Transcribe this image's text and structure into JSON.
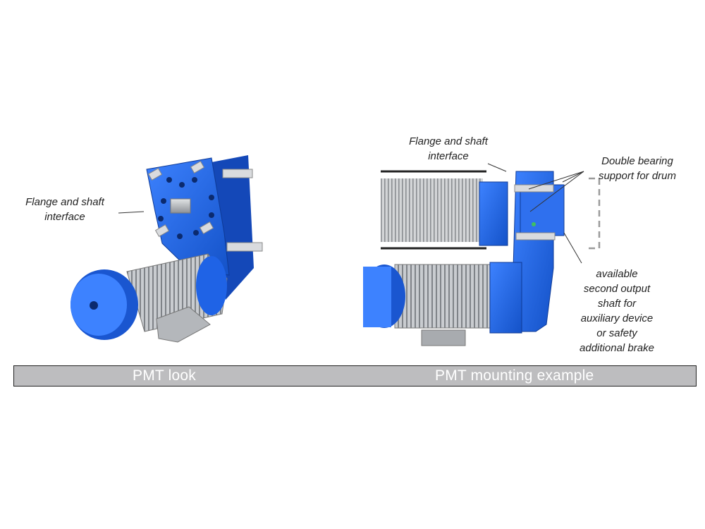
{
  "callouts": {
    "left_flange": [
      "Flange and shaft",
      "interface"
    ],
    "right_flange": [
      "Flange and shaft",
      "interface"
    ],
    "double_bearing": [
      "Double bearing",
      "support for drum"
    ],
    "second_output": [
      "available",
      "second output",
      "shaft for",
      "auxiliary device",
      "or safety",
      "additional brake"
    ]
  },
  "captions": {
    "left": "PMT look",
    "right": "PMT mounting example"
  },
  "colors": {
    "gearbox_blue": "#1f63e6",
    "motor_grey": "#b9bcc0",
    "caption_bar": "#bdbdbf"
  }
}
